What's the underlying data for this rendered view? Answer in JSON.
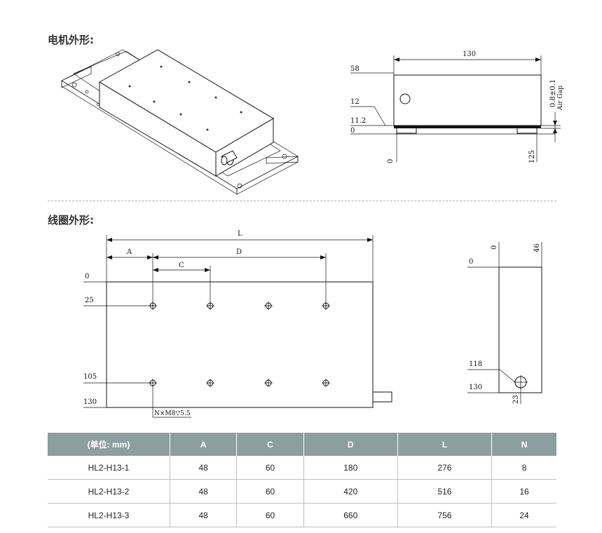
{
  "sections": {
    "motor_title": "电机外形:",
    "coil_title": "线圈外形:"
  },
  "motor_side_view": {
    "top_dim": "130",
    "left_labels": [
      "58",
      "12",
      "11.2",
      "0"
    ],
    "bottom_left": "0",
    "bottom_right": "125",
    "air_gap_value": "0.8±0.1",
    "air_gap_label": "Air Gap"
  },
  "coil_top_view": {
    "dims": {
      "L": "L",
      "A": "A",
      "D": "D",
      "C": "C"
    },
    "left_labels": [
      "0",
      "25",
      "105",
      "130"
    ],
    "hole_note": "N×M8▽5.5"
  },
  "coil_side_view": {
    "top_left": "0",
    "top_right": "46",
    "left_top": "0",
    "label_118": "118",
    "label_130": "130",
    "bottom": "23"
  },
  "table": {
    "headers": [
      "(单位: mm)",
      "A",
      "C",
      "D",
      "L",
      "N"
    ],
    "rows": [
      [
        "HL2-H13-1",
        "48",
        "60",
        "180",
        "276",
        "8"
      ],
      [
        "HL2-H13-2",
        "48",
        "60",
        "420",
        "516",
        "16"
      ],
      [
        "HL2-H13-3",
        "48",
        "60",
        "660",
        "756",
        "24"
      ]
    ]
  },
  "colors": {
    "header_bg": "#8d9ea1"
  }
}
